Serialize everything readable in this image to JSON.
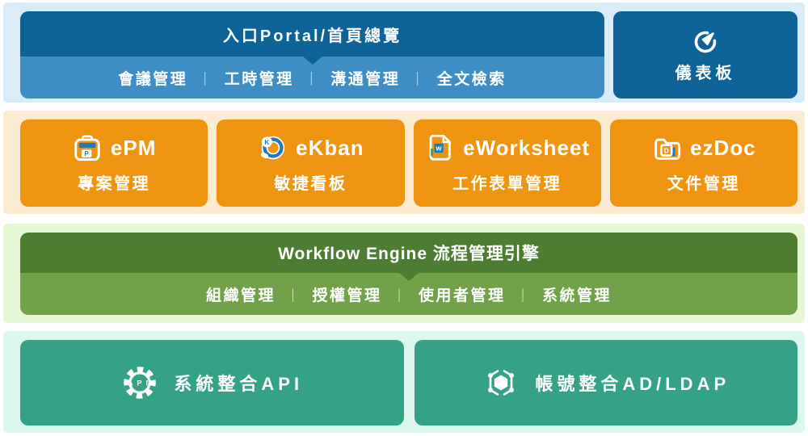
{
  "palette": {
    "blue_dark": "#0d6397",
    "blue_mid": "#3e8dc4",
    "blue_band_bg": "#d9ecf8",
    "orange": "#ef9410",
    "orange_band_bg": "#fcecd3",
    "green_dark": "#4d7d30",
    "green_mid": "#71a24a",
    "green_band_bg": "#e6f7d6",
    "teal": "#35a287",
    "teal_band_bg": "#dcf7ee",
    "icon_accent_blue": "#2679b5"
  },
  "portal": {
    "title": "入口Portal/首頁總覽",
    "separator": "｜",
    "items": [
      "會議管理",
      "工時管理",
      "溝通管理",
      "全文檢索"
    ]
  },
  "dashboard": {
    "label": "儀表板",
    "icon": "gauge-icon"
  },
  "products": [
    {
      "name": "ePM",
      "subtitle": "專案管理",
      "icon": "briefcase-icon",
      "badge": "P"
    },
    {
      "name": "eKban",
      "subtitle": "敏捷看板",
      "icon": "kanban-cycle-icon",
      "badge": "K"
    },
    {
      "name": "eWorksheet",
      "subtitle": "工作表單管理",
      "icon": "worksheet-document-icon",
      "badge": "w"
    },
    {
      "name": "ezDoc",
      "subtitle": "文件管理",
      "icon": "document-folder-icon",
      "badge": "D"
    }
  ],
  "workflow": {
    "title": "Workflow Engine 流程管理引擎",
    "separator": "｜",
    "items": [
      "組織管理",
      "授權管理",
      "使用者管理",
      "系統管理"
    ]
  },
  "integrations": [
    {
      "label": "系統整合API",
      "icon": "api-gear-icon",
      "icon_text": "API"
    },
    {
      "label": "帳號整合AD/LDAP",
      "icon": "hexagon-network-icon"
    }
  ]
}
